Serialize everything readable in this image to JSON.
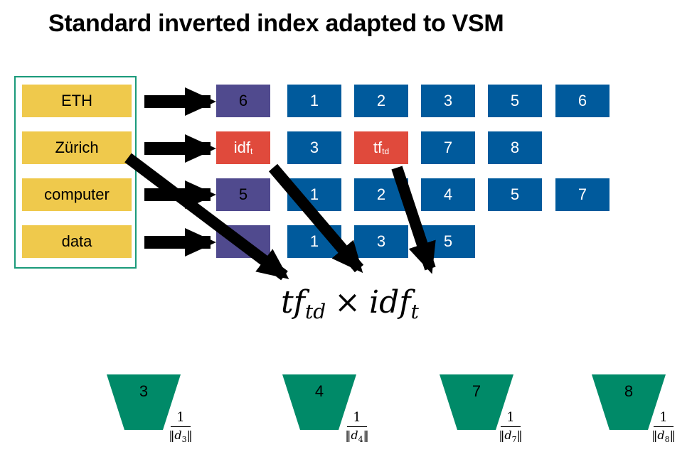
{
  "title": "Standard inverted index adapted to VSM",
  "dictionary": [
    "ETH",
    "Zürich",
    "computer",
    "data"
  ],
  "postings": {
    "eth": {
      "head": "6",
      "docs": [
        "1",
        "2",
        "3",
        "5",
        "6"
      ]
    },
    "zurich": {
      "idf": "idf",
      "idf_sub": "t",
      "doc1": "3",
      "tf": "tf",
      "tf_sub": "td",
      "docs": [
        "7",
        "8"
      ]
    },
    "computer": {
      "head": "5",
      "docs": [
        "1",
        "2",
        "4",
        "5",
        "7"
      ]
    },
    "data": {
      "docs": [
        "1",
        "3",
        "5"
      ]
    }
  },
  "formula": {
    "tf": "tf",
    "tf_sub": "td",
    "times": "×",
    "idf": "idf",
    "idf_sub": "t"
  },
  "accumulators": [
    {
      "doc": "3",
      "norm_num": "1",
      "norm_den": "‖d",
      "norm_sub": "3",
      "norm_end": "‖"
    },
    {
      "doc": "4",
      "norm_num": "1",
      "norm_den": "‖d",
      "norm_sub": "4",
      "norm_end": "‖"
    },
    {
      "doc": "7",
      "norm_num": "1",
      "norm_den": "‖d",
      "norm_sub": "7",
      "norm_end": "‖"
    },
    {
      "doc": "8",
      "norm_num": "1",
      "norm_den": "‖d",
      "norm_sub": "8",
      "norm_end": "‖"
    }
  ],
  "colors": {
    "term": "#efc94c",
    "head": "#504a8e",
    "posting": "#005a9c",
    "weight": "#e04a3c",
    "accumulator": "#008a68",
    "frame": "#1a9a7a"
  }
}
